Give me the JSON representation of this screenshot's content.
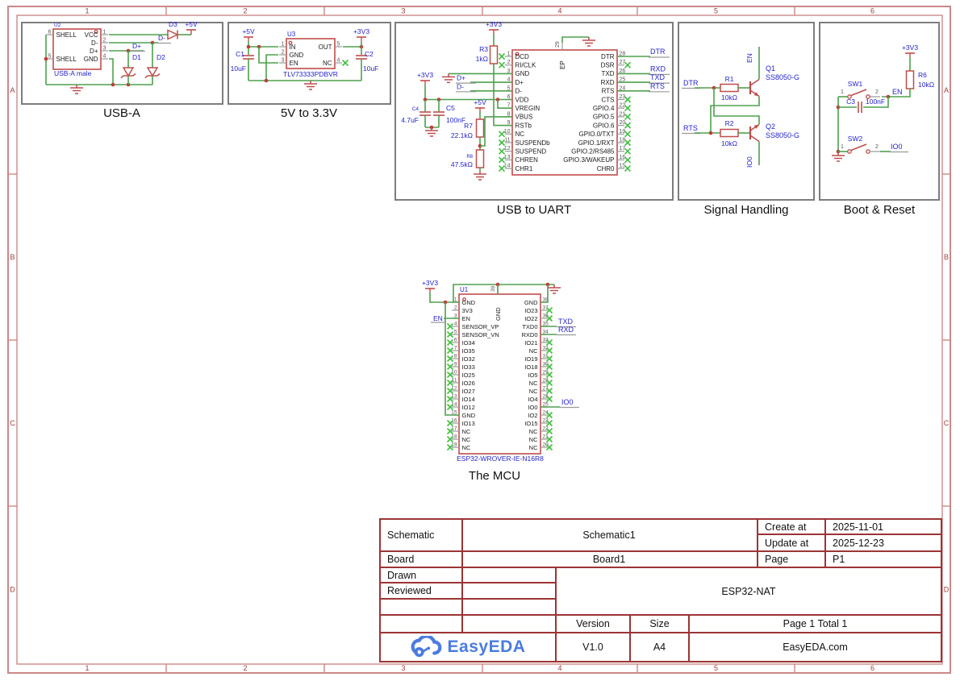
{
  "frame": {
    "columns": [
      "1",
      "2",
      "3",
      "4",
      "5",
      "6"
    ],
    "rows": [
      "A",
      "B",
      "C",
      "D"
    ]
  },
  "sections": [
    {
      "id": "usb-a",
      "title": "USB-A"
    },
    {
      "id": "5v-to-3v3",
      "title": "5V to 3.3V"
    },
    {
      "id": "usb-to-uart",
      "title": "USB to UART"
    },
    {
      "id": "signal-handling",
      "title": "Signal Handling"
    },
    {
      "id": "boot-reset",
      "title": "Boot & Reset"
    },
    {
      "id": "mcu",
      "title": "The MCU"
    }
  ],
  "colors": {
    "wire": "#4ea04e",
    "component": "#bf4c4c",
    "net_label": "#2424cc",
    "pin_name": "#1a1a1a",
    "pin_number": "#555555",
    "stub": "#9a9a9a",
    "no_connect": "#3fbf3f",
    "frame": "#cc8888",
    "frame_text": "#a03c3c",
    "section_border": "#7d7d7d",
    "section_title": "#111111",
    "titleblock_border": "#9c3434",
    "logo_blue": "#4a7ce0"
  },
  "schematic": {
    "power_nets": {
      "p5v": "+5V",
      "p3v3": "+3V3"
    },
    "net_labels": {
      "dplus": "D+",
      "dminus": "D-",
      "dtr": "DTR",
      "rts": "RTS",
      "rxd": "RXD",
      "txd": "TXD",
      "en": "EN",
      "io0": "IO0"
    },
    "components": {
      "U2": {
        "ref": "U2",
        "value": "USB-A male",
        "left_pins": [
          [
            "6",
            "SHELL"
          ],
          [
            "5",
            "SHELL"
          ]
        ],
        "right_pins": [
          [
            "1",
            "VCC"
          ],
          [
            "2",
            "D-"
          ],
          [
            "3",
            "D+"
          ],
          [
            "4",
            "GND"
          ]
        ]
      },
      "D1": {
        "ref": "D1"
      },
      "D2": {
        "ref": "D2"
      },
      "D3": {
        "ref": "D3"
      },
      "U3": {
        "ref": "U3",
        "value": "TLV73333PDBVR",
        "left_pins": [
          [
            "1",
            "IN"
          ],
          [
            "2",
            "GND"
          ],
          [
            "3",
            "EN"
          ]
        ],
        "right_pins": [
          [
            "5",
            "OUT"
          ],
          [
            "4",
            "NC"
          ]
        ]
      },
      "C1": {
        "ref": "C1",
        "value": "10uF"
      },
      "C2": {
        "ref": "C2",
        "value": "10uF"
      },
      "usb_uart": {
        "ref": "",
        "value": "",
        "left_pins": [
          [
            "1",
            "DCD"
          ],
          [
            "2",
            "RI/CLK"
          ],
          [
            "3",
            "GND"
          ],
          [
            "4",
            "D+"
          ],
          [
            "5",
            "D-"
          ],
          [
            "6",
            "VDD"
          ],
          [
            "7",
            "VREGIN"
          ],
          [
            "8",
            "VBUS"
          ],
          [
            "9",
            "RSTb"
          ],
          [
            "10",
            "NC"
          ],
          [
            "11",
            "SUSPENDb"
          ],
          [
            "12",
            "SUSPEND"
          ],
          [
            "13",
            "CHREN"
          ],
          [
            "14",
            "CHR1"
          ]
        ],
        "right_pins": [
          [
            "28",
            "DTR"
          ],
          [
            "27",
            "DSR"
          ],
          [
            "26",
            "TXD"
          ],
          [
            "25",
            "RXD"
          ],
          [
            "24",
            "RTS"
          ],
          [
            "23",
            "CTS"
          ],
          [
            "22",
            "GPIO.4"
          ],
          [
            "21",
            "GPIO.5"
          ],
          [
            "20",
            "GPIO.6"
          ],
          [
            "19",
            "GPIO.0/TXT"
          ],
          [
            "18",
            "GPIO.1/RXT"
          ],
          [
            "17",
            "GPIO.2/RS485"
          ],
          [
            "16",
            "GPIO.3/WAKEUP"
          ],
          [
            "15",
            "CHR0"
          ]
        ],
        "top_pin": [
          "29",
          "EP"
        ]
      },
      "R3": {
        "ref": "R3",
        "value": "1kΩ"
      },
      "C4": {
        "ref": "C4",
        "value": "4.7uF"
      },
      "C5": {
        "ref": "C5",
        "value": "100nF"
      },
      "R7": {
        "ref": "R7",
        "value": "22.1kΩ"
      },
      "R8": {
        "ref": "R8",
        "value": "47.5kΩ"
      },
      "R1": {
        "ref": "R1",
        "value": "10kΩ"
      },
      "R2": {
        "ref": "R2",
        "value": "10kΩ"
      },
      "Q1": {
        "ref": "Q1",
        "value": "SS8050-G"
      },
      "Q2": {
        "ref": "Q2",
        "value": "SS8050-G"
      },
      "SW1": {
        "ref": "SW1",
        "pins": [
          "1",
          "2"
        ]
      },
      "SW2": {
        "ref": "SW2",
        "pins": [
          "1",
          "2"
        ]
      },
      "C3": {
        "ref": "C3",
        "value": "100nF"
      },
      "R6": {
        "ref": "R6",
        "value": "10kΩ"
      },
      "U1": {
        "ref": "U1",
        "value": "ESP32-WROVER-IE-N16R8",
        "left_pins": [
          [
            "1",
            "GND"
          ],
          [
            "2",
            "3V3"
          ],
          [
            "3",
            "EN"
          ],
          [
            "4",
            "SENSOR_VP"
          ],
          [
            "5",
            "SENSOR_VN"
          ],
          [
            "6",
            "IO34"
          ],
          [
            "7",
            "IO35"
          ],
          [
            "8",
            "IO32"
          ],
          [
            "9",
            "IO33"
          ],
          [
            "10",
            "IO25"
          ],
          [
            "11",
            "IO26"
          ],
          [
            "12",
            "IO27"
          ],
          [
            "13",
            "IO14"
          ],
          [
            "14",
            "IO12"
          ],
          [
            "15",
            "GND"
          ],
          [
            "16",
            "IO13"
          ],
          [
            "17",
            "NC"
          ],
          [
            "18",
            "NC"
          ],
          [
            "19",
            "NC"
          ]
        ],
        "right_pins": [
          [
            "38",
            "GND"
          ],
          [
            "37",
            "IO23"
          ],
          [
            "36",
            "IO22"
          ],
          [
            "35",
            "TXD0"
          ],
          [
            "34",
            "RXD0"
          ],
          [
            "33",
            "IO21"
          ],
          [
            "32",
            "NC"
          ],
          [
            "31",
            "IO19"
          ],
          [
            "30",
            "IO18"
          ],
          [
            "29",
            "IO5"
          ],
          [
            "28",
            "NC"
          ],
          [
            "27",
            "NC"
          ],
          [
            "26",
            "IO4"
          ],
          [
            "25",
            "IO0"
          ],
          [
            "24",
            "IO2"
          ],
          [
            "23",
            "IO15"
          ],
          [
            "22",
            "NC"
          ],
          [
            "21",
            "NC"
          ],
          [
            "20",
            "NC"
          ]
        ],
        "top_pin": [
          "39",
          "GND"
        ]
      }
    }
  },
  "title_block": {
    "schematic_label": "Schematic",
    "schematic_value": "Schematic1",
    "board_label": "Board",
    "board_value": "Board1",
    "drawn_label": "Drawn",
    "reviewed_label": "Reviewed",
    "create_label": "Create at",
    "create_value": "2025-11-01",
    "update_label": "Update at",
    "update_value": "2025-12-23",
    "page_label": "Page",
    "page_value": "P1",
    "project_name": "ESP32-NAT",
    "version_label": "Version",
    "version_value": "V1.0",
    "size_label": "Size",
    "size_value": "A4",
    "page_total": "Page  1  Total  1",
    "website": "EasyEDA.com",
    "logo_text": "EasyEDA"
  }
}
